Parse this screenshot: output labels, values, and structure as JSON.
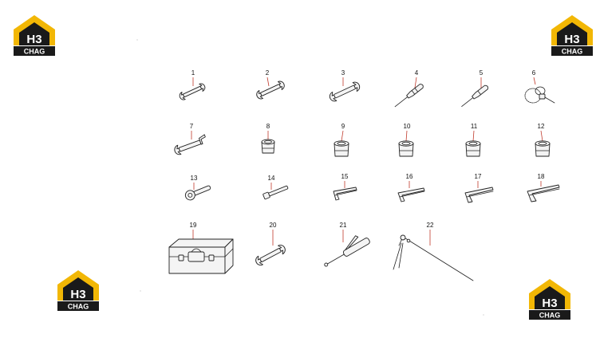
{
  "brand": {
    "logo_letters": "H3",
    "logo_wordmark": "CHAG",
    "colors": {
      "yellow": "#f2b705",
      "dark": "#1a1a1a",
      "white": "#ffffff"
    }
  },
  "diagram": {
    "callouts": [
      "1",
      "2",
      "3",
      "4",
      "5",
      "6",
      "7",
      "8",
      "9",
      "10",
      "11",
      "12",
      "13",
      "14",
      "15",
      "16",
      "17",
      "18",
      "19",
      "20",
      "21",
      "22"
    ],
    "leader_color": "#c0392b"
  }
}
